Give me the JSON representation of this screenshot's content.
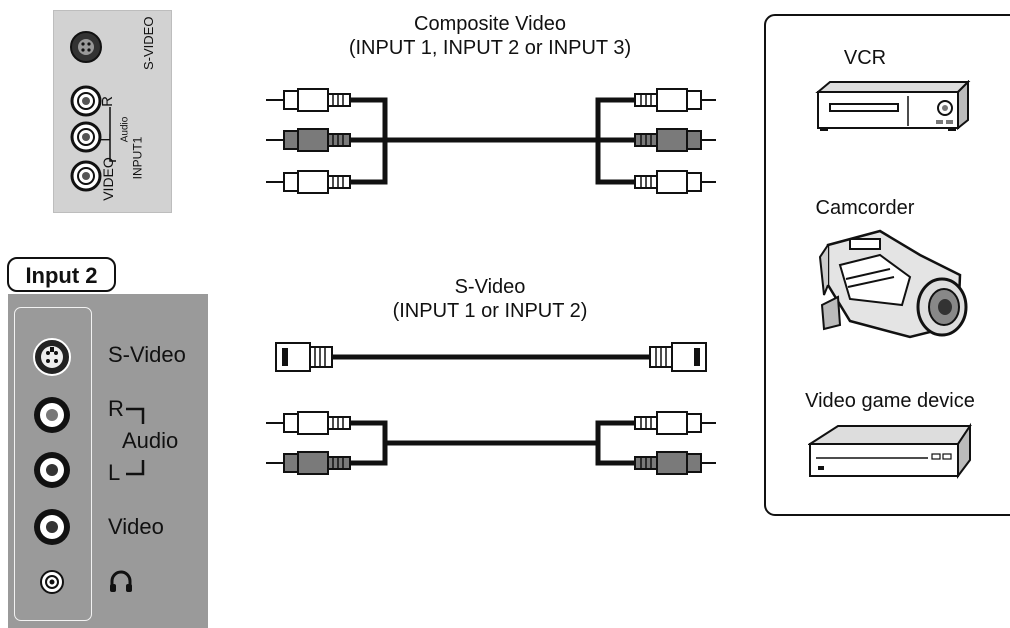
{
  "composite": {
    "title_line1": "Composite Video",
    "title_line2": "(INPUT 1, INPUT 2 or INPUT 3)"
  },
  "svideo": {
    "title_line1": "S-Video",
    "title_line2": "(INPUT 1 or INPUT 2)"
  },
  "rear_panel": {
    "svideo_label": "S-VIDEO",
    "r_label": "R",
    "l_label": "L",
    "audio_label": "Audio",
    "video_label": "VIDEO",
    "input_label": "INPUT1"
  },
  "input2_panel": {
    "title": "Input 2",
    "svideo": "S-Video",
    "r": "R",
    "audio": "Audio",
    "l": "L",
    "video": "Video",
    "headphone_icon": "headphone-icon"
  },
  "devices": {
    "vcr": "VCR",
    "camcorder": "Camcorder",
    "game": "Video game device"
  },
  "colors": {
    "panel_light": "#d2d2d2",
    "panel_dark": "#9a9a9a",
    "cable": "#111111",
    "plug_red": "#7a7a7a",
    "plug_white": "#ffffff"
  }
}
